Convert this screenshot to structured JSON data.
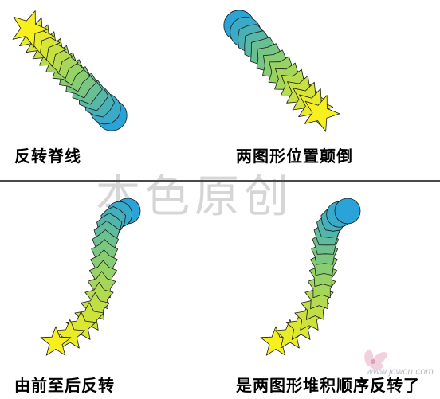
{
  "captions": {
    "top_left": "反转脊线",
    "top_right": "两图形位置颠倒",
    "bottom_left": "由前至后反转",
    "bottom_right": "是两图形堆积顺序反转了"
  },
  "watermark": "本色原创",
  "site_mark": "www.jcwcn.com",
  "colors": {
    "star_yellow": "#f7f01e",
    "circle_blue": "#2aa3d8",
    "blend_mid": "#8fd06a",
    "outline": "#1a1a1a",
    "divider": "#4a4a4a"
  },
  "icons": {
    "star": "star-icon",
    "circle": "circle-icon"
  }
}
